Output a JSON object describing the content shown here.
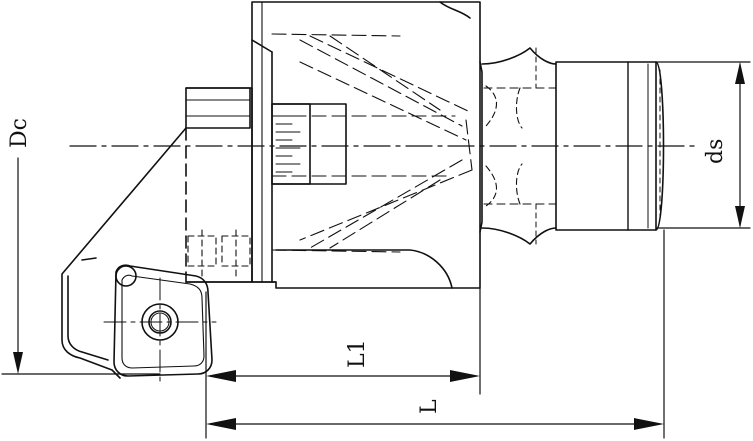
{
  "drawing": {
    "labels": {
      "dc": "Dc",
      "ds": "ds",
      "l1": "L1",
      "l": "L"
    },
    "colors": {
      "line": "#111111",
      "background": "#ffffff"
    }
  }
}
